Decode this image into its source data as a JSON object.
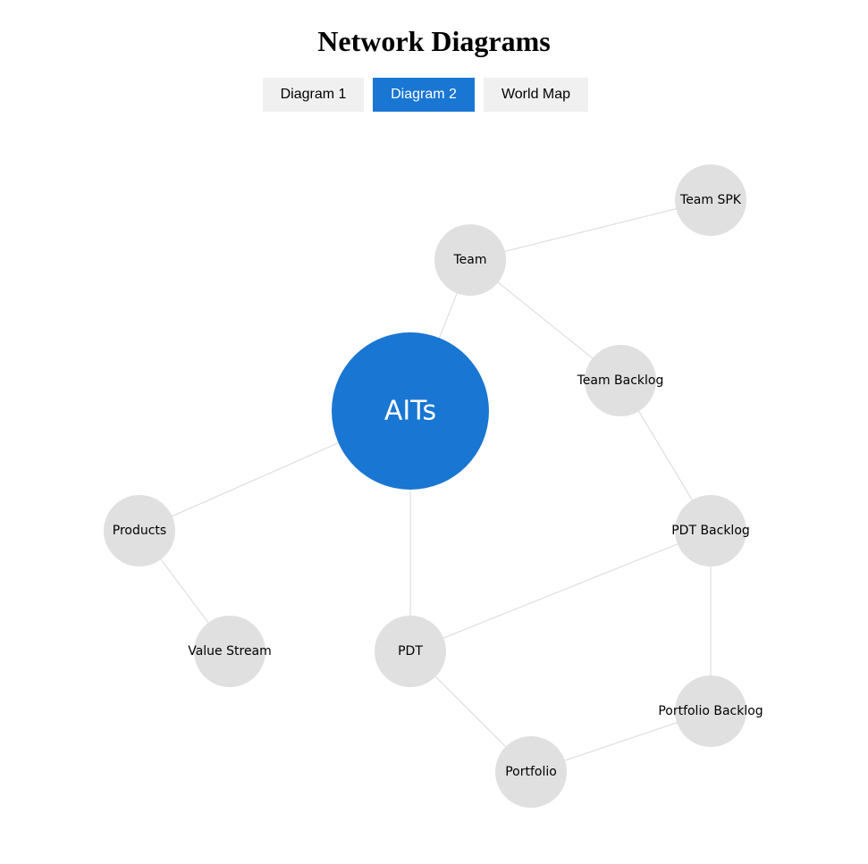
{
  "header": {
    "title": "Network Diagrams"
  },
  "tabs": [
    {
      "label": "Diagram 1",
      "active": false
    },
    {
      "label": "Diagram 2",
      "active": true
    },
    {
      "label": "World Map",
      "active": false
    }
  ],
  "colors": {
    "accent": "#1976d2",
    "node_fill": "#e0e0e0",
    "edge": "#d9d9d9",
    "tab_inactive": "#f0f0f0"
  },
  "diagram": {
    "nodes": [
      {
        "id": "aits",
        "label": "AITs",
        "central": true
      },
      {
        "id": "team",
        "label": "Team"
      },
      {
        "id": "team-spk",
        "label": "Team SPK"
      },
      {
        "id": "team-backlog",
        "label": "Team Backlog"
      },
      {
        "id": "pdt-backlog",
        "label": "PDT Backlog"
      },
      {
        "id": "products",
        "label": "Products"
      },
      {
        "id": "value-stream",
        "label": "Value Stream"
      },
      {
        "id": "pdt",
        "label": "PDT"
      },
      {
        "id": "portfolio-backlog",
        "label": "Portfolio Backlog"
      },
      {
        "id": "portfolio",
        "label": "Portfolio"
      }
    ],
    "edges": [
      [
        "aits",
        "team"
      ],
      [
        "team",
        "team-spk"
      ],
      [
        "team",
        "team-backlog"
      ],
      [
        "team-backlog",
        "pdt-backlog"
      ],
      [
        "aits",
        "products"
      ],
      [
        "products",
        "value-stream"
      ],
      [
        "aits",
        "pdt"
      ],
      [
        "pdt",
        "pdt-backlog"
      ],
      [
        "pdt",
        "portfolio"
      ],
      [
        "pdt-backlog",
        "portfolio-backlog"
      ],
      [
        "portfolio-backlog",
        "portfolio"
      ]
    ]
  }
}
